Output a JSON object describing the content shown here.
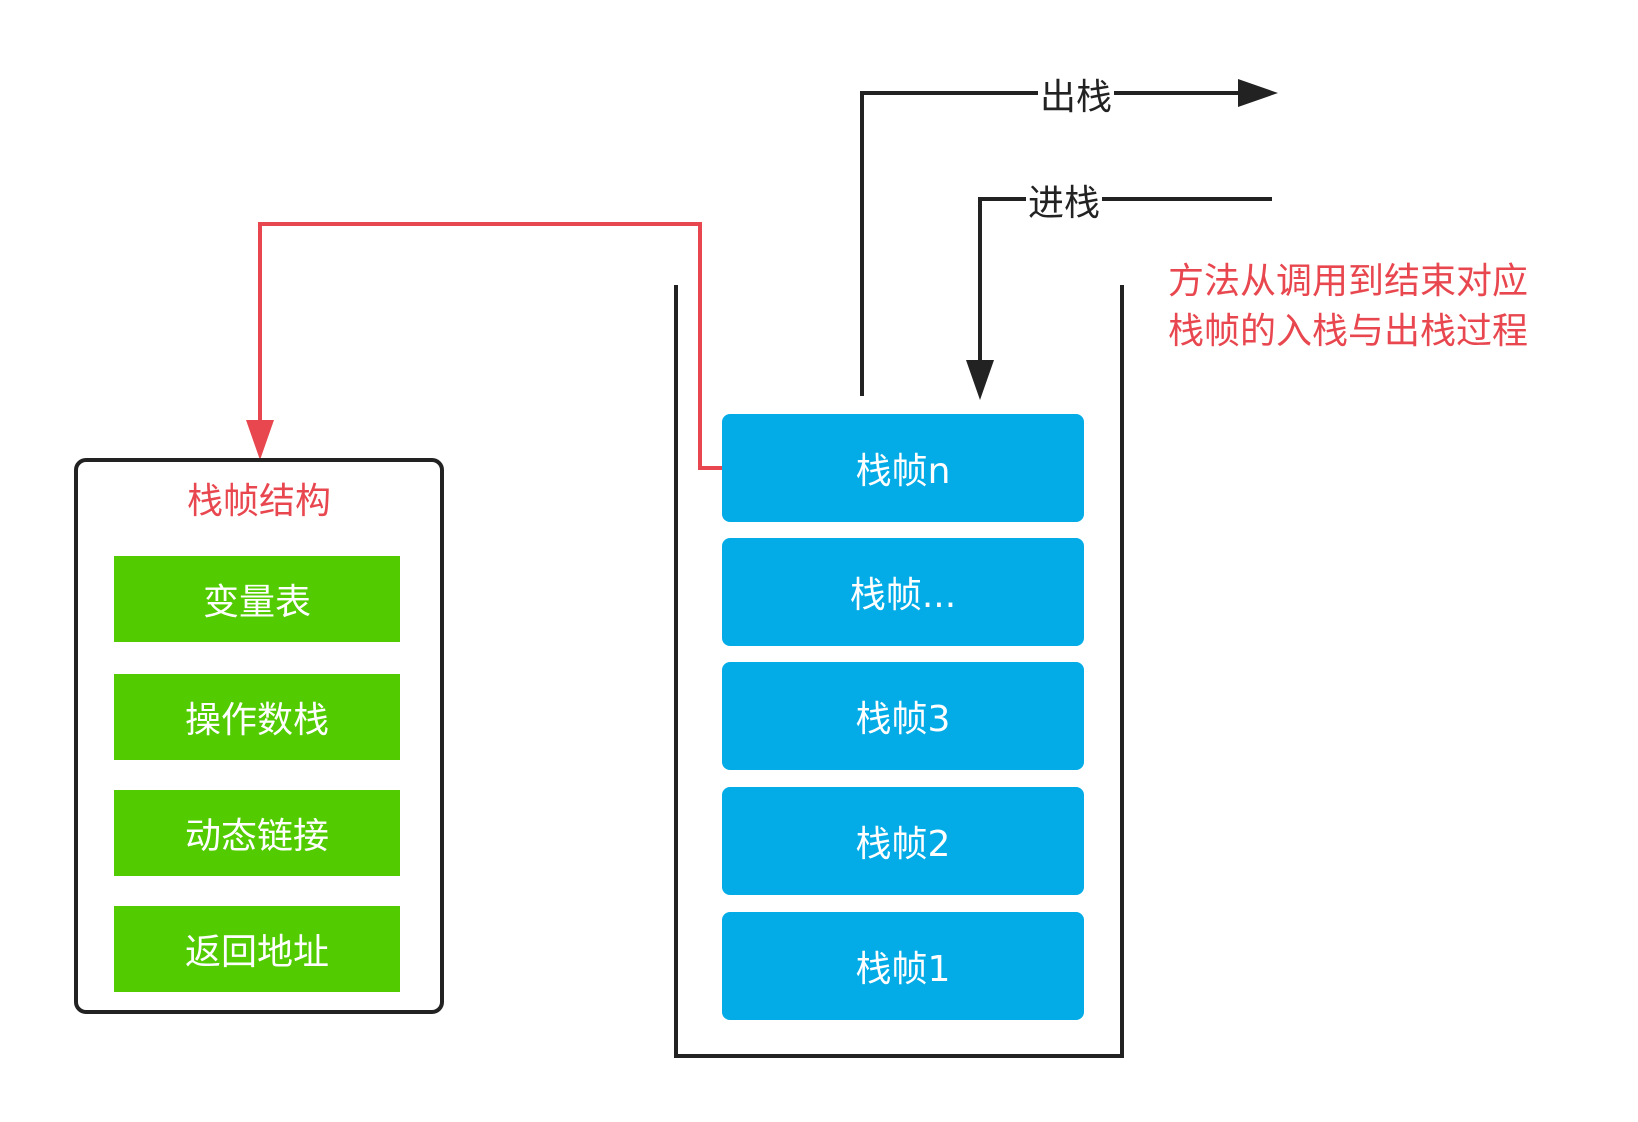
{
  "colors": {
    "frame_blue": "#03ace6",
    "struct_green": "#52cc00",
    "accent_red": "#e8474f",
    "line_dark": "#222222"
  },
  "arrows": {
    "pop_label": "出栈",
    "push_label": "进栈"
  },
  "note": {
    "line1": "方法从调用到结束对应",
    "line2": "栈帧的入栈与出栈过程"
  },
  "frame_structure": {
    "title": "栈帧结构",
    "items": [
      "变量表",
      "操作数栈",
      "动态链接",
      "返回地址"
    ]
  },
  "stack": {
    "frames_top_to_bottom": [
      "栈帧n",
      "栈帧...",
      "栈帧3",
      "栈帧2",
      "栈帧1"
    ]
  }
}
